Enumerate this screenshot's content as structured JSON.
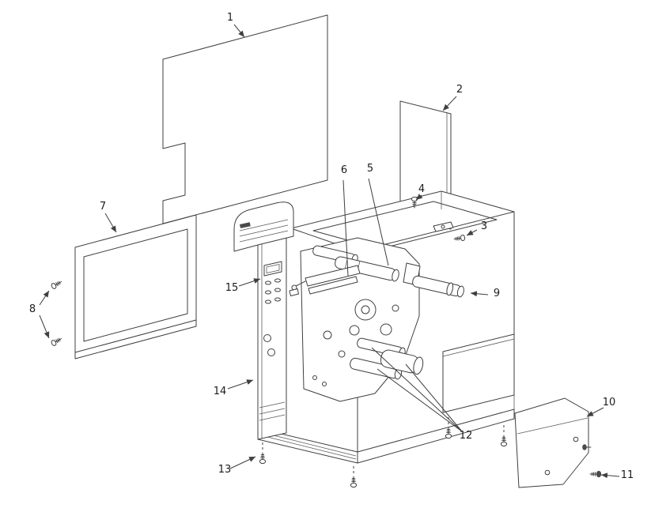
{
  "figure": {
    "background_color": "#ffffff",
    "line_color": "#3f3f3f",
    "label_color": "#1c1c1c"
  },
  "callouts": [
    {
      "number": "1"
    },
    {
      "number": "2"
    },
    {
      "number": "3"
    },
    {
      "number": "4"
    },
    {
      "number": "5"
    },
    {
      "number": "6"
    },
    {
      "number": "7"
    },
    {
      "number": "8"
    },
    {
      "number": "9"
    },
    {
      "number": "10"
    },
    {
      "number": "11"
    },
    {
      "number": "12"
    },
    {
      "number": "13"
    },
    {
      "number": "14"
    },
    {
      "number": "15"
    }
  ]
}
